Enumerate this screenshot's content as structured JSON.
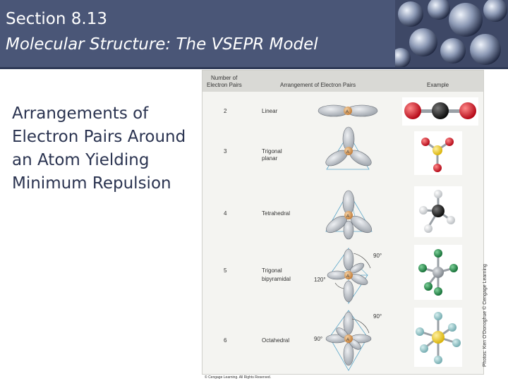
{
  "header": {
    "title": "Section 8.13",
    "subtitle": "Molecular Structure: The VSEPR Model"
  },
  "body_text": "Arrangements of Electron Pairs Around an Atom Yielding Minimum Repulsion",
  "table": {
    "col_pairs_line1": "Number of",
    "col_pairs_line2": "Electron Pairs",
    "col_arrangement": "Arrangement of Electron Pairs",
    "col_example": "Example",
    "rows": [
      {
        "pairs": "2",
        "arrangement": [
          "Linear"
        ]
      },
      {
        "pairs": "3",
        "arrangement": [
          "Trigonal",
          "planar"
        ]
      },
      {
        "pairs": "4",
        "arrangement": [
          "Tetrahedral"
        ]
      },
      {
        "pairs": "5",
        "arrangement": [
          "Trigonal",
          "bipyramidal"
        ],
        "angles": [
          "90°",
          "120°"
        ]
      },
      {
        "pairs": "6",
        "arrangement": [
          "Octahedral"
        ],
        "angles": [
          "90°",
          "90°"
        ]
      }
    ],
    "atom_label": "A"
  },
  "credits": {
    "side": "Photos: Ken O'Donoghue © Cengage Learning",
    "bottom": "© Cengage Learning. All Rights Reserved."
  }
}
